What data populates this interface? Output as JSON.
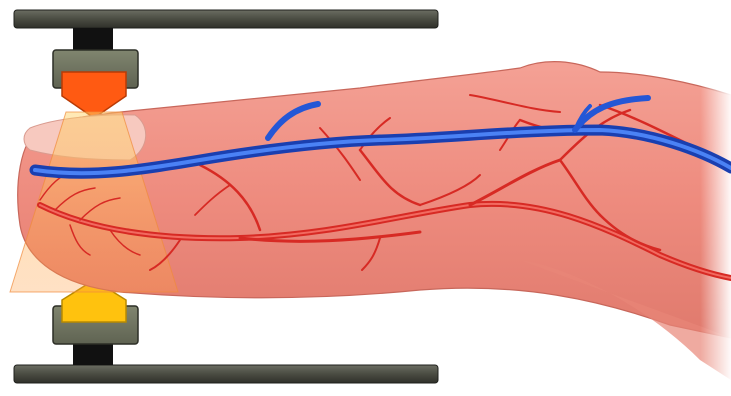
{
  "colors": {
    "background": "#ffffff",
    "rail": "#4f5146",
    "holder": "#6e7361",
    "emitter": "#ff5a12",
    "detector": "#ffc20e",
    "finger_skin": "#ef8c80",
    "nail": "#f7c9bf",
    "vein": "#2457d6",
    "artery": "#d72a24",
    "light_beam": "#ffb347"
  },
  "parts": {
    "top_rail": "rail",
    "bottom_rail": "rail",
    "emitter": "light-source",
    "detector": "sensor",
    "finger": "finger",
    "vein": "vein",
    "arteries": "arteries"
  }
}
